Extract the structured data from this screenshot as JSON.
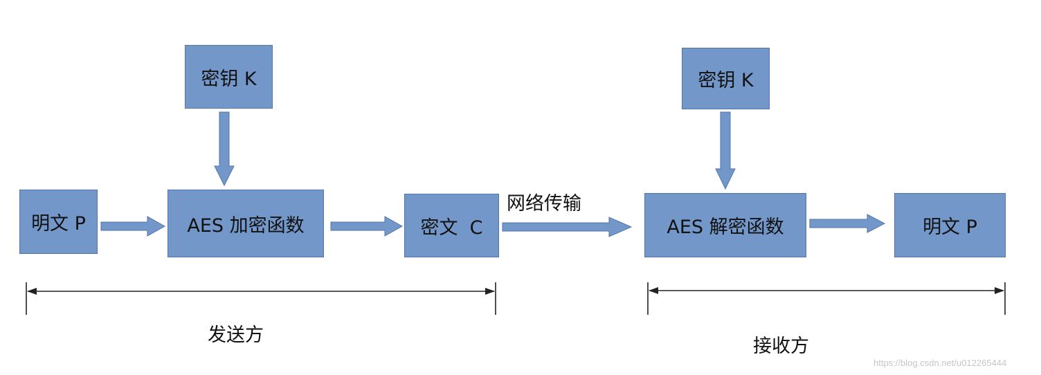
{
  "sender": {
    "key_box": "密钥 K",
    "plaintext_box": "明文 P",
    "encrypt_box": "AES 加密函数",
    "ciphertext_box": "密文  C",
    "label": "发送方"
  },
  "transfer_label": "网络传输",
  "receiver": {
    "key_box": "密钥 K",
    "decrypt_box": "AES 解密函数",
    "plaintext_box": "明文 P",
    "label": "接收方"
  },
  "watermark": "https://blog.csdn.net/u012265444",
  "colors": {
    "box_fill": "#7397c8",
    "box_border": "#4f76ab",
    "arrow_fill": "#7397c8",
    "line": "#222222"
  }
}
